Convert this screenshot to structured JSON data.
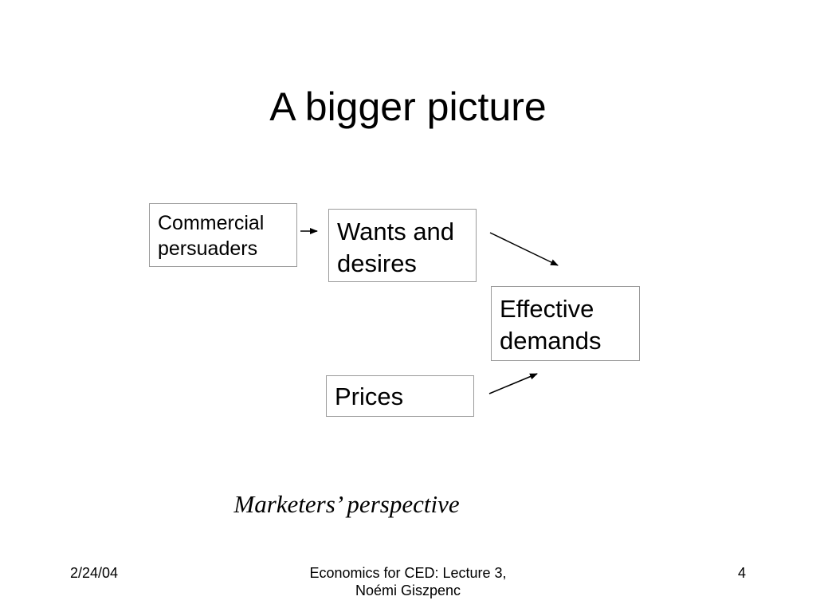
{
  "slide": {
    "title": "A bigger picture",
    "caption": "Marketers’ perspective"
  },
  "diagram": {
    "boxes": {
      "commercial": "Commercial\npersuaders",
      "wants": "Wants and\ndesires",
      "effective": "Effective\ndemands",
      "prices": "Prices"
    }
  },
  "footer": {
    "date": "2/24/04",
    "center": "Economics for CED: Lecture 3,\nNoémi Giszpenc",
    "page": "4"
  },
  "colors": {
    "box_border": "#9a9a9a",
    "text": "#000000",
    "background": "#ffffff"
  }
}
